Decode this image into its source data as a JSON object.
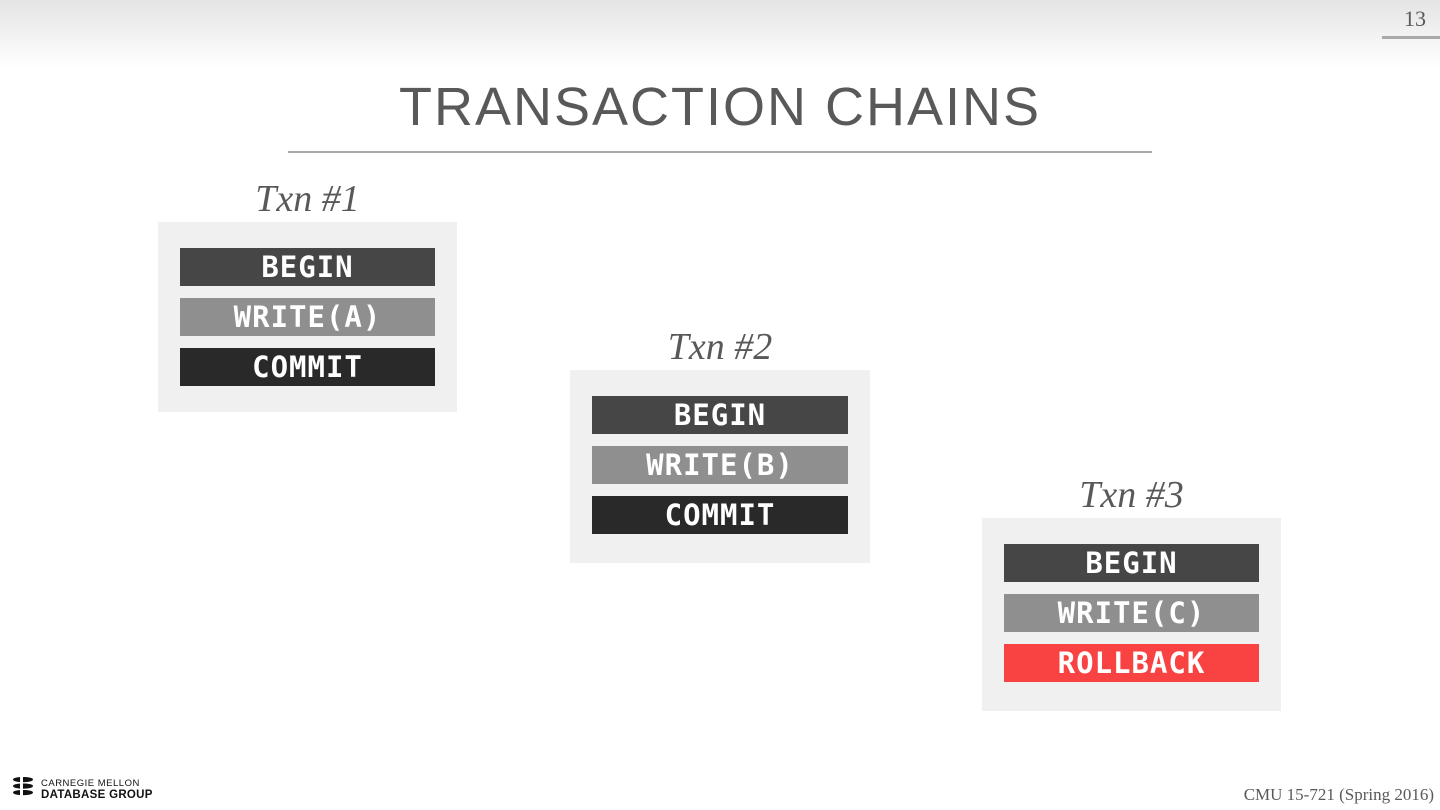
{
  "page_number": "13",
  "title": "TRANSACTION CHAINS",
  "transactions": [
    {
      "label": "Txn #1",
      "steps": [
        {
          "text": "BEGIN",
          "type": "begin"
        },
        {
          "text": "WRITE(A)",
          "type": "write"
        },
        {
          "text": "COMMIT",
          "type": "commit"
        }
      ]
    },
    {
      "label": "Txn #2",
      "steps": [
        {
          "text": "BEGIN",
          "type": "begin"
        },
        {
          "text": "WRITE(B)",
          "type": "write"
        },
        {
          "text": "COMMIT",
          "type": "commit"
        }
      ]
    },
    {
      "label": "Txn #3",
      "steps": [
        {
          "text": "BEGIN",
          "type": "begin"
        },
        {
          "text": "WRITE(C)",
          "type": "write"
        },
        {
          "text": "ROLLBACK",
          "type": "rollback"
        }
      ]
    }
  ],
  "footer": {
    "logo_line1": "CARNEGIE MELLON",
    "logo_line2": "DATABASE GROUP",
    "course": "CMU 15-721 (Spring 2016)"
  },
  "colors": {
    "begin": "#464646",
    "write": "#8f8f8f",
    "commit": "#292929",
    "rollback": "#f94343",
    "panel": "#f0f0f0",
    "accent_line": "#a9a9a9",
    "text_gray": "#595959"
  }
}
